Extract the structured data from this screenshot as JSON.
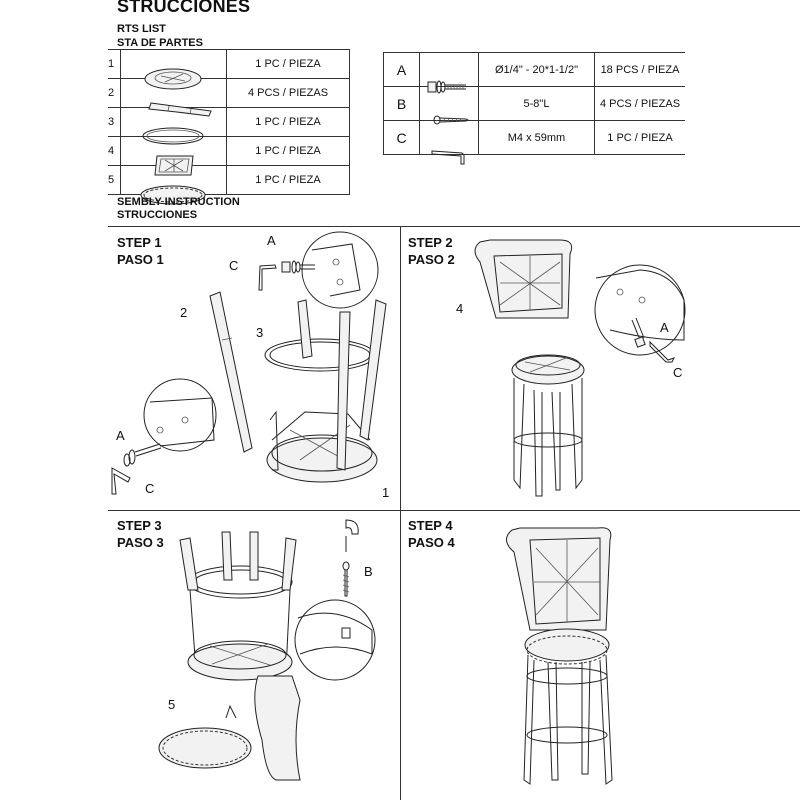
{
  "header": {
    "title": "STRUCCIONES",
    "parts_list_en": "RTS LIST",
    "parts_list_es": "STA DE PARTES"
  },
  "parts": [
    {
      "num": "1",
      "qty": "1 PC / PIEZA",
      "icon": "seat-base-icon"
    },
    {
      "num": "2",
      "qty": "4 PCS / PIEZAS",
      "icon": "leg-icon"
    },
    {
      "num": "3",
      "qty": "1 PC / PIEZA",
      "icon": "ring-icon"
    },
    {
      "num": "4",
      "qty": "1 PC / PIEZA",
      "icon": "backrest-icon"
    },
    {
      "num": "5",
      "qty": "1 PC / PIEZA",
      "icon": "cushion-icon"
    }
  ],
  "hardware": [
    {
      "letter": "A",
      "spec": "Ø1/4\" - 20*1-1/2\"",
      "qty": "18 PCS / PIEZA",
      "icon": "bolt-washer-icon"
    },
    {
      "letter": "B",
      "spec": "5-8\"L",
      "qty": "4 PCS / PIEZAS",
      "icon": "screw-icon"
    },
    {
      "letter": "C",
      "spec": "M4 x 59mm",
      "qty": "1 PC / PIEZA",
      "icon": "allen-key-icon"
    }
  ],
  "assembly": {
    "title_en": "SEMBLY INSTRUCTION",
    "title_es": "STRUCCIONES"
  },
  "steps": [
    {
      "en": "STEP 1",
      "es": "PASO 1",
      "callouts": [
        "A",
        "C",
        "2",
        "3",
        "A",
        "C",
        "1"
      ]
    },
    {
      "en": "STEP 2",
      "es": "PASO 2",
      "callouts": [
        "4",
        "A",
        "C"
      ]
    },
    {
      "en": "STEP 3",
      "es": "PASO 3",
      "callouts": [
        "B",
        "5"
      ]
    },
    {
      "en": "STEP 4",
      "es": "PASO 4",
      "callouts": []
    }
  ]
}
